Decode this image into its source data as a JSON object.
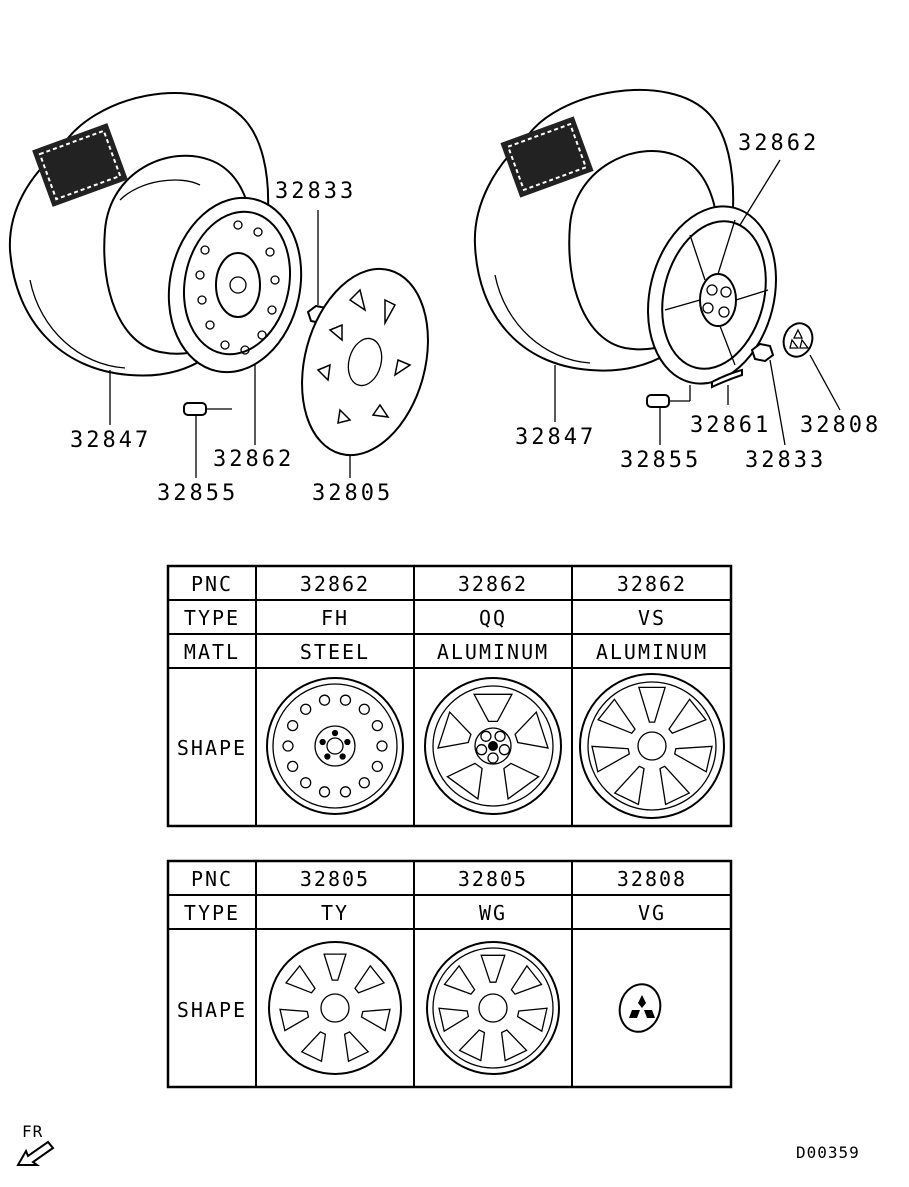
{
  "diagram": {
    "left_assembly": {
      "labels": {
        "nut": "32833",
        "tire": "32847",
        "wheel": "32862",
        "valve": "32855",
        "wheel_cover": "32805"
      }
    },
    "right_assembly": {
      "labels": {
        "wheel": "32862",
        "tire": "32847",
        "weight": "32861",
        "center_cap": "32808",
        "valve": "32855",
        "nut": "32833"
      }
    },
    "table_wheels": {
      "headers": [
        "PNC",
        "TYPE",
        "MATL",
        "SHAPE"
      ],
      "columns": [
        {
          "pnc": "32862",
          "type": "FH",
          "matl": "STEEL"
        },
        {
          "pnc": "32862",
          "type": "QQ",
          "matl": "ALUMINUM"
        },
        {
          "pnc": "32862",
          "type": "VS",
          "matl": "ALUMINUM"
        }
      ]
    },
    "table_covers": {
      "headers": [
        "PNC",
        "TYPE",
        "SHAPE"
      ],
      "columns": [
        {
          "pnc": "32805",
          "type": "TY"
        },
        {
          "pnc": "32805",
          "type": "WG"
        },
        {
          "pnc": "32808",
          "type": "VG"
        }
      ]
    },
    "front_marker": "FR",
    "drawing_code": "D00359"
  }
}
